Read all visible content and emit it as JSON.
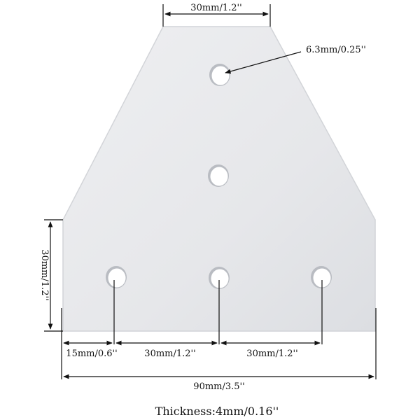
{
  "dimensions": {
    "top_width": "30mm/1.2''",
    "hole_diameter": "6.3mm/0.25''",
    "side_height": "30mm/1.2''",
    "edge_to_hole": "15mm/0.6''",
    "hole_spacing_left": "30mm/1.2''",
    "hole_spacing_right": "30mm/1.2''",
    "total_width": "90mm/3.5''"
  },
  "caption": "Thickness:4mm/0.16''",
  "colors": {
    "plate_fill": "#e7e8ea",
    "plate_edge": "#d2d4d8",
    "hole_fill": "#ffffff",
    "hole_shadow": "#b9bcc2",
    "line": "#111111"
  }
}
